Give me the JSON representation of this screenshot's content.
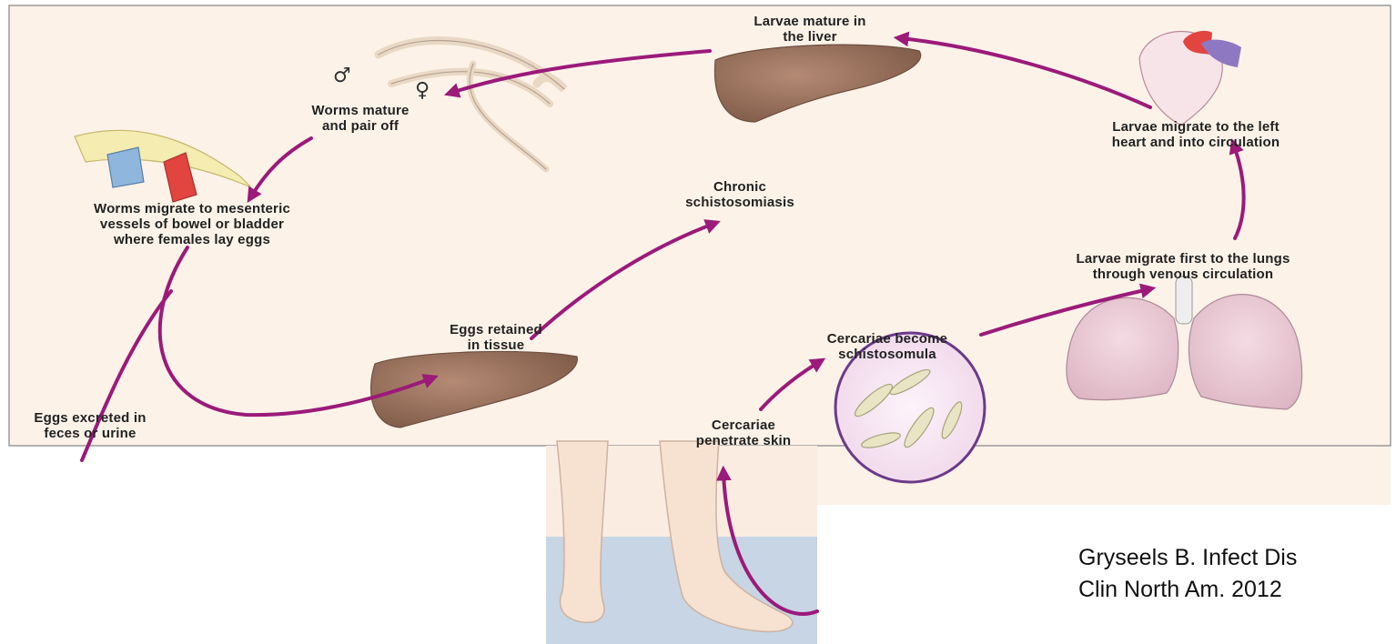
{
  "diagram": {
    "labels": {
      "larvae_liver": [
        "Larvae mature in",
        "the liver"
      ],
      "worms_mature": [
        "Worms mature",
        "and pair off"
      ],
      "larvae_heart": [
        "Larvae migrate to the left",
        "heart and into circulation"
      ],
      "worms_migrate": [
        "Worms migrate to mesenteric",
        "vessels of bowel or bladder",
        "where females lay eggs"
      ],
      "chronic": [
        "Chronic",
        "schistosomiasis"
      ],
      "larvae_lungs": [
        "Larvae migrate first to the lungs",
        "through venous circulation"
      ],
      "eggs_retained": [
        "Eggs retained",
        "in tissue"
      ],
      "cercariae_become": [
        "Cercariae become",
        "schistosomula"
      ],
      "eggs_excreted": [
        "Eggs excreted in",
        "feces or urine"
      ],
      "cercariae_penetrate": [
        "Cercariae",
        "penetrate skin"
      ]
    },
    "symbols": {
      "male": "♂",
      "female": "♀"
    },
    "arrow_color": "#9b1a7a"
  },
  "citation": [
    "Gryseels B. Infect Dis",
    "Clin North Am. 2012"
  ]
}
